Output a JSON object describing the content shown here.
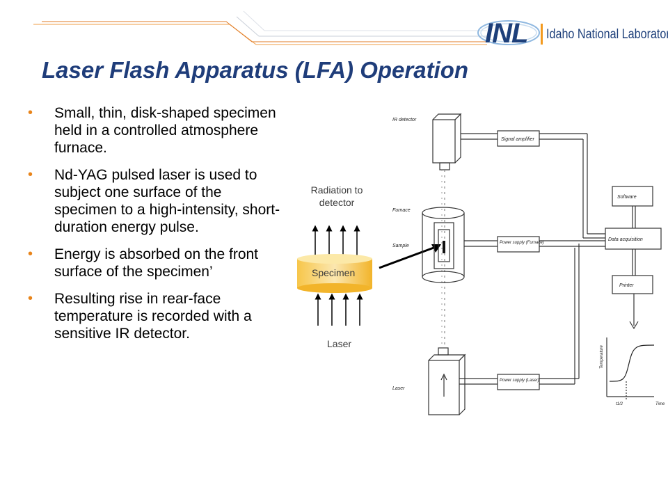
{
  "logo": {
    "mark": "INL",
    "name": "Idaho National Laboratory"
  },
  "title": "Laser Flash Apparatus (LFA) Operation",
  "bullets": [
    "Small, thin, disk-shaped specimen held in a controlled atmosphere furnace.",
    "Nd-YAG pulsed laser is used to subject one surface of the specimen to a high-intensity, short-duration energy pulse.",
    "Energy is absorbed on the front surface of the specimen’",
    "Resulting rise in rear-face temperature is recorded with a sensitive IR detector."
  ],
  "specimen_diagram": {
    "top_label": "Radiation to detector",
    "disk_label": "Specimen",
    "bottom_label": "Laser"
  },
  "apparatus": {
    "labels": {
      "ir_detector": "IR detector",
      "furnace": "Furnace",
      "sample": "Sample",
      "laser": "Laser",
      "signal_amplifier": "Signal amplifier",
      "power_supply_furnace": "Power supply (Furnace)",
      "power_supply_laser": "Power supply (Laser)",
      "software": "Software",
      "data_acquisition": "Data acquisition",
      "printer": "Printer",
      "temperature_axis": "Temperature",
      "time_axis": "Time",
      "half_time": "t1/2"
    }
  },
  "colors": {
    "title": "#1f3d7a",
    "bullet": "#e8841a",
    "specimen": "#f5b833",
    "accent": "#f39a1e"
  }
}
